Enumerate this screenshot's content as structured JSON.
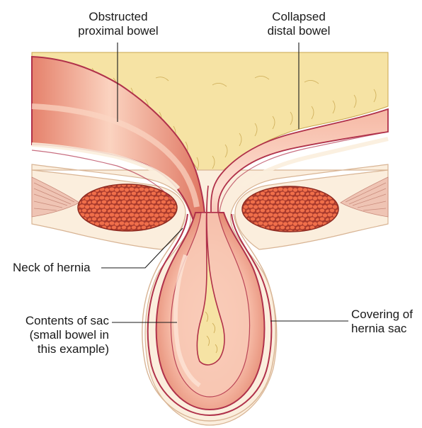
{
  "labels": {
    "obstructed": [
      "Obstructed",
      "proximal bowel"
    ],
    "collapsed": [
      "Collapsed",
      "distal bowel"
    ],
    "neck": "Neck of hernia",
    "contents": [
      "Contents of sac",
      "(small bowel in",
      "this example)"
    ],
    "covering": [
      "Covering of",
      "hernia sac"
    ]
  },
  "colors": {
    "mesentery": "#f6e3a4",
    "bowel_outer": "#e98f78",
    "bowel_light": "#fbd5c3",
    "bowel_wall": "#b0314a",
    "muscle": "#e2643e",
    "sac_layer": "#fbeedd",
    "fat_tissue": "#f7ddb2"
  }
}
